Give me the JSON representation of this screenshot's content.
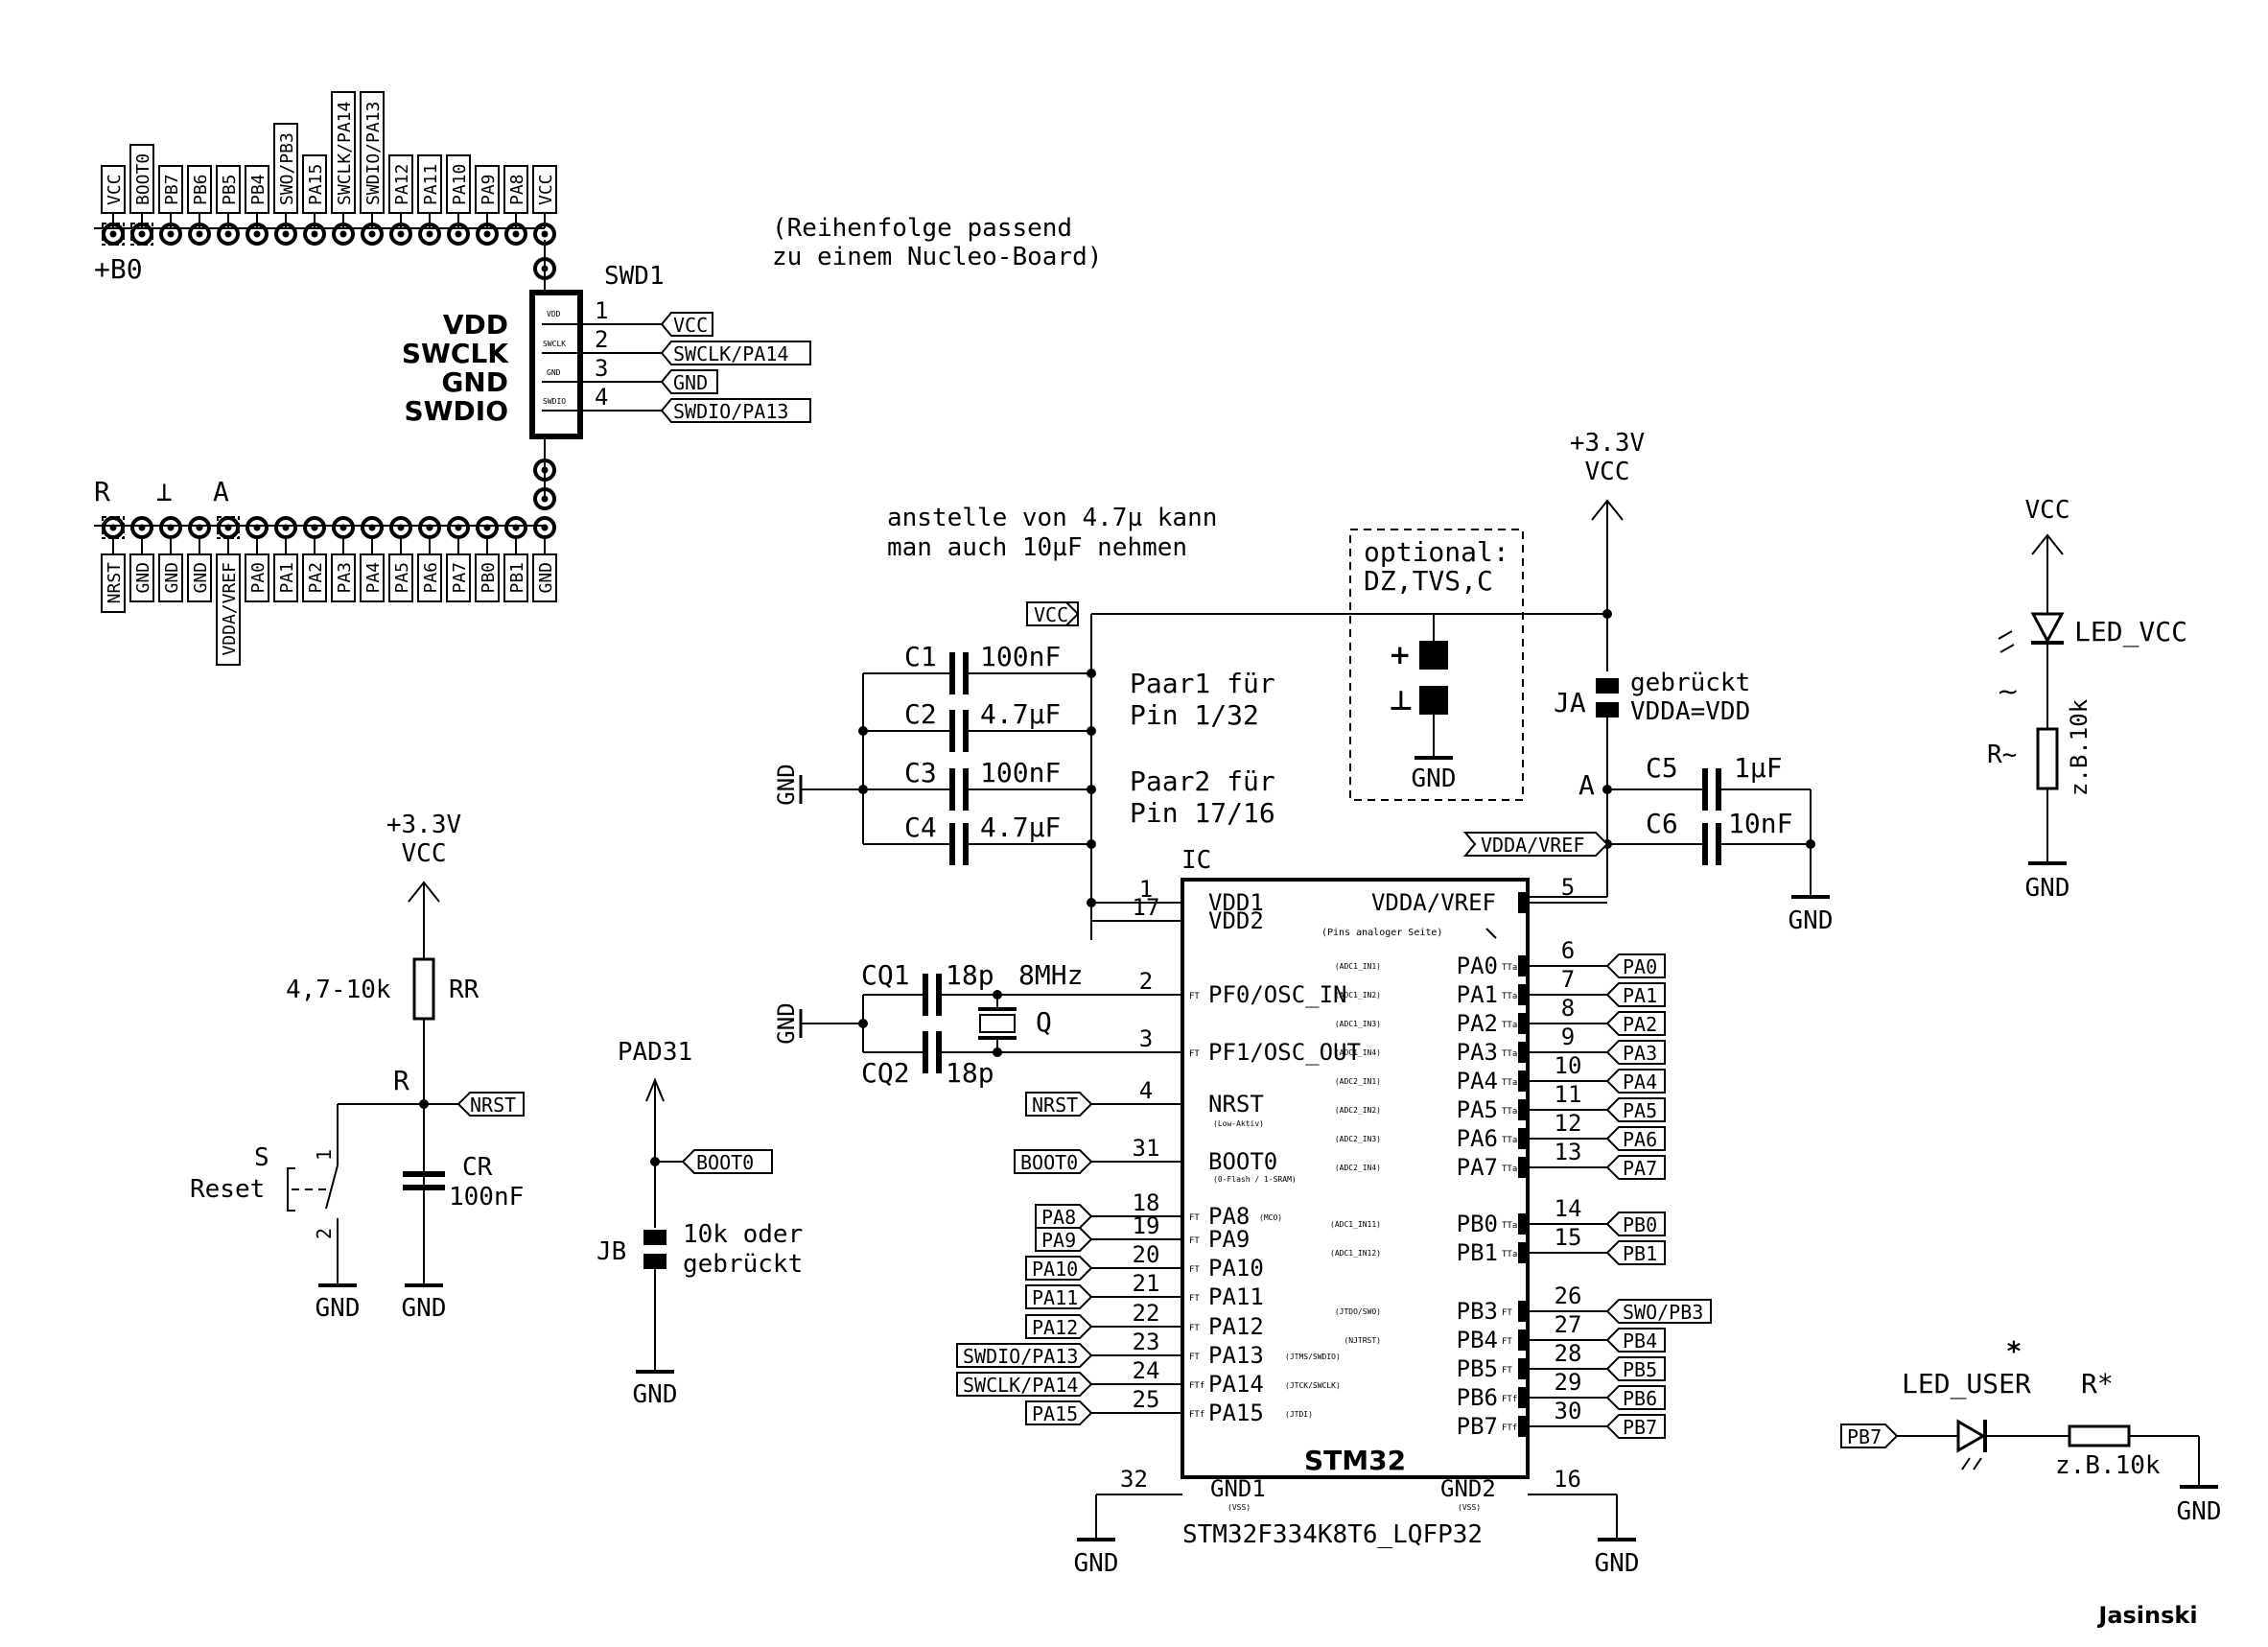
{
  "top_header": {
    "pins": [
      "VCC",
      "BOOT0",
      "PB7",
      "PB6",
      "PB5",
      "PB4",
      "SWO/PB3",
      "PA15",
      "SWCLK/PA14",
      "SWDIO/PA13",
      "PA12",
      "PA11",
      "PA10",
      "PA9",
      "PA8",
      "VCC"
    ],
    "ref": "+B0"
  },
  "bottom_header": {
    "pins": [
      "NRST",
      "GND",
      "GND",
      "GND",
      "VDDA/VREF",
      "PA0",
      "PA1",
      "PA2",
      "PA3",
      "PA4",
      "PA5",
      "PA6",
      "PA7",
      "PB0",
      "PB1",
      "GND"
    ],
    "marks": [
      "R",
      "⊥",
      "A"
    ]
  },
  "swd": {
    "ref": "SWD1",
    "names": [
      "VDD",
      "SWCLK",
      "GND",
      "SWDIO"
    ],
    "inner": [
      "VDD",
      "SWCLK",
      "GND",
      "SWDIO"
    ],
    "nums": [
      "1",
      "2",
      "3",
      "4"
    ],
    "labels": [
      "VCC",
      "SWCLK/PA14",
      "GND",
      "SWDIO/PA13"
    ]
  },
  "note_nucleo": [
    "(Reihenfolge passend",
    "zu einem Nucleo-Board)"
  ],
  "note_cap": [
    "anstelle von 4.7µ kann",
    "man auch 10µF nehmen"
  ],
  "note_optional": [
    "optional:",
    "DZ,TVS,C"
  ],
  "vcc_main": [
    "+3.3V",
    "VCC"
  ],
  "vcc_reset": [
    "+3.3V",
    "VCC"
  ],
  "caps": [
    {
      "ref": "C1",
      "val": "100nF"
    },
    {
      "ref": "C2",
      "val": "4.7µF"
    },
    {
      "ref": "C3",
      "val": "100nF"
    },
    {
      "ref": "C4",
      "val": "4.7µF"
    }
  ],
  "pair_notes": [
    "Paar1 für",
    "Pin 1/32",
    "Paar2 für",
    "Pin 17/16"
  ],
  "cap_gnd": "GND",
  "vcc_label": "VCC",
  "ja": {
    "ref": "JA",
    "note": [
      "gebrückt",
      "VDDA=VDD"
    ]
  },
  "analog": {
    "a": "A",
    "c5": "C5",
    "c5v": "1µF",
    "c6": "C6",
    "c6v": "10nF",
    "vdda": "VDDA/VREF",
    "gnd": "GND",
    "opt_gnd": "GND"
  },
  "optional_syms": [
    "+",
    "⊥"
  ],
  "ic": {
    "ref": "IC",
    "name": "STM32",
    "part": "STM32F334K8T6_LQFP32",
    "note": "(Pins analoger Seite)",
    "left": [
      {
        "num": "1",
        "name": "VDD1",
        "ft": ""
      },
      {
        "num": "17",
        "name": "VDD2",
        "ft": ""
      },
      {
        "num": "2",
        "name": "PF0/OSC_IN",
        "ft": "FT"
      },
      {
        "num": "3",
        "name": "PF1/OSC_OUT",
        "ft": "FT"
      },
      {
        "num": "4",
        "name": "NRST",
        "ft": ""
      },
      {
        "num": "31",
        "name": "BOOT0",
        "ft": ""
      },
      {
        "num": "18",
        "name": "PA8",
        "ft": "FT"
      },
      {
        "num": "19",
        "name": "PA9",
        "ft": "FT"
      },
      {
        "num": "20",
        "name": "PA10",
        "ft": "FT"
      },
      {
        "num": "21",
        "name": "PA11",
        "ft": "FT"
      },
      {
        "num": "22",
        "name": "PA12",
        "ft": "FT"
      },
      {
        "num": "23",
        "name": "PA13",
        "ft": "FT"
      },
      {
        "num": "24",
        "name": "PA14",
        "ft": "FTf"
      },
      {
        "num": "25",
        "name": "PA15",
        "ft": "FTf"
      }
    ],
    "sub_left": [
      "(Low-Aktiv)",
      "(0-Flash / 1-SRAM)",
      "(MCO)",
      "(JTMS/SWDIO)",
      "(JTCK/SWCLK)",
      "(JTDI)"
    ],
    "right": [
      {
        "num": "5",
        "name": "VDDA/VREF",
        "alt": "",
        "tt": ""
      },
      {
        "num": "6",
        "name": "PA0",
        "alt": "(ADC1_IN1)",
        "tt": "TTa"
      },
      {
        "num": "7",
        "name": "PA1",
        "alt": "(ADC1_IN2)",
        "tt": "TTa"
      },
      {
        "num": "8",
        "name": "PA2",
        "alt": "(ADC1_IN3)",
        "tt": "TTa"
      },
      {
        "num": "9",
        "name": "PA3",
        "alt": "(ADC1_IN4)",
        "tt": "TTa"
      },
      {
        "num": "10",
        "name": "PA4",
        "alt": "(ADC2_IN1)",
        "tt": "TTa"
      },
      {
        "num": "11",
        "name": "PA5",
        "alt": "(ADC2_IN2)",
        "tt": "TTa"
      },
      {
        "num": "12",
        "name": "PA6",
        "alt": "(ADC2_IN3)",
        "tt": "TTa"
      },
      {
        "num": "13",
        "name": "PA7",
        "alt": "(ADC2_IN4)",
        "tt": "TTa"
      },
      {
        "num": "14",
        "name": "PB0",
        "alt": "(ADC1_IN11)",
        "tt": "TTa"
      },
      {
        "num": "15",
        "name": "PB1",
        "alt": "(ADC1_IN12)",
        "tt": "TTa"
      },
      {
        "num": "26",
        "name": "PB3",
        "alt": "(JTDO/SWO)",
        "tt": "FT"
      },
      {
        "num": "27",
        "name": "PB4",
        "alt": "(NJTRST)",
        "tt": "FT"
      },
      {
        "num": "28",
        "name": "PB5",
        "alt": "",
        "tt": "FT"
      },
      {
        "num": "29",
        "name": "PB6",
        "alt": "",
        "tt": "FTf"
      },
      {
        "num": "30",
        "name": "PB7",
        "alt": "",
        "tt": "FTf"
      }
    ],
    "gnd1": "GND1",
    "gnd1sub": "(VSS)",
    "gnd1num": "32",
    "gnd2": "GND2",
    "gnd2sub": "(VSS)",
    "gnd2num": "16"
  },
  "left_labels": [
    "NRST",
    "BOOT0",
    "PA8",
    "PA9",
    "PA10",
    "PA11",
    "PA12",
    "SWDIO/PA13",
    "SWCLK/PA14",
    "PA15"
  ],
  "right_labels": [
    "PA0",
    "PA1",
    "PA2",
    "PA3",
    "PA4",
    "PA5",
    "PA6",
    "PA7",
    "PB0",
    "PB1",
    "SWO/PB3",
    "PB4",
    "PB5",
    "PB6",
    "PB7"
  ],
  "osc": {
    "cq1": "CQ1",
    "cq1v": "18p",
    "freq": "8MHz",
    "q": "Q",
    "cq2": "CQ2",
    "cq2v": "18p",
    "gnd": "GND"
  },
  "reset": {
    "rr_val": "4,7-10k",
    "rr": "RR",
    "r": "R",
    "nrst": "NRST",
    "s": "S",
    "reset": "Reset",
    "cr": "CR",
    "crv": "100nF",
    "p1": "1",
    "p2": "2",
    "gnd1": "GND",
    "gnd2": "GND"
  },
  "pad": {
    "ref": "PAD31",
    "boot": "BOOT0",
    "jb": "JB",
    "note": [
      "10k oder",
      "gebrückt"
    ],
    "gnd": "GND"
  },
  "led_vcc": {
    "vcc": "VCC",
    "led": "LED_VCC",
    "tilde": "~",
    "r": "R~",
    "val": "z.B.10k",
    "gnd": "GND"
  },
  "led_user": {
    "star": "*",
    "led": "LED_USER",
    "r": "R*",
    "val": "z.B.10k",
    "pb7": "PB7",
    "gnd": "GND"
  },
  "gnd_ic1": "GND",
  "gnd_ic2": "GND",
  "author": "Jasinski"
}
